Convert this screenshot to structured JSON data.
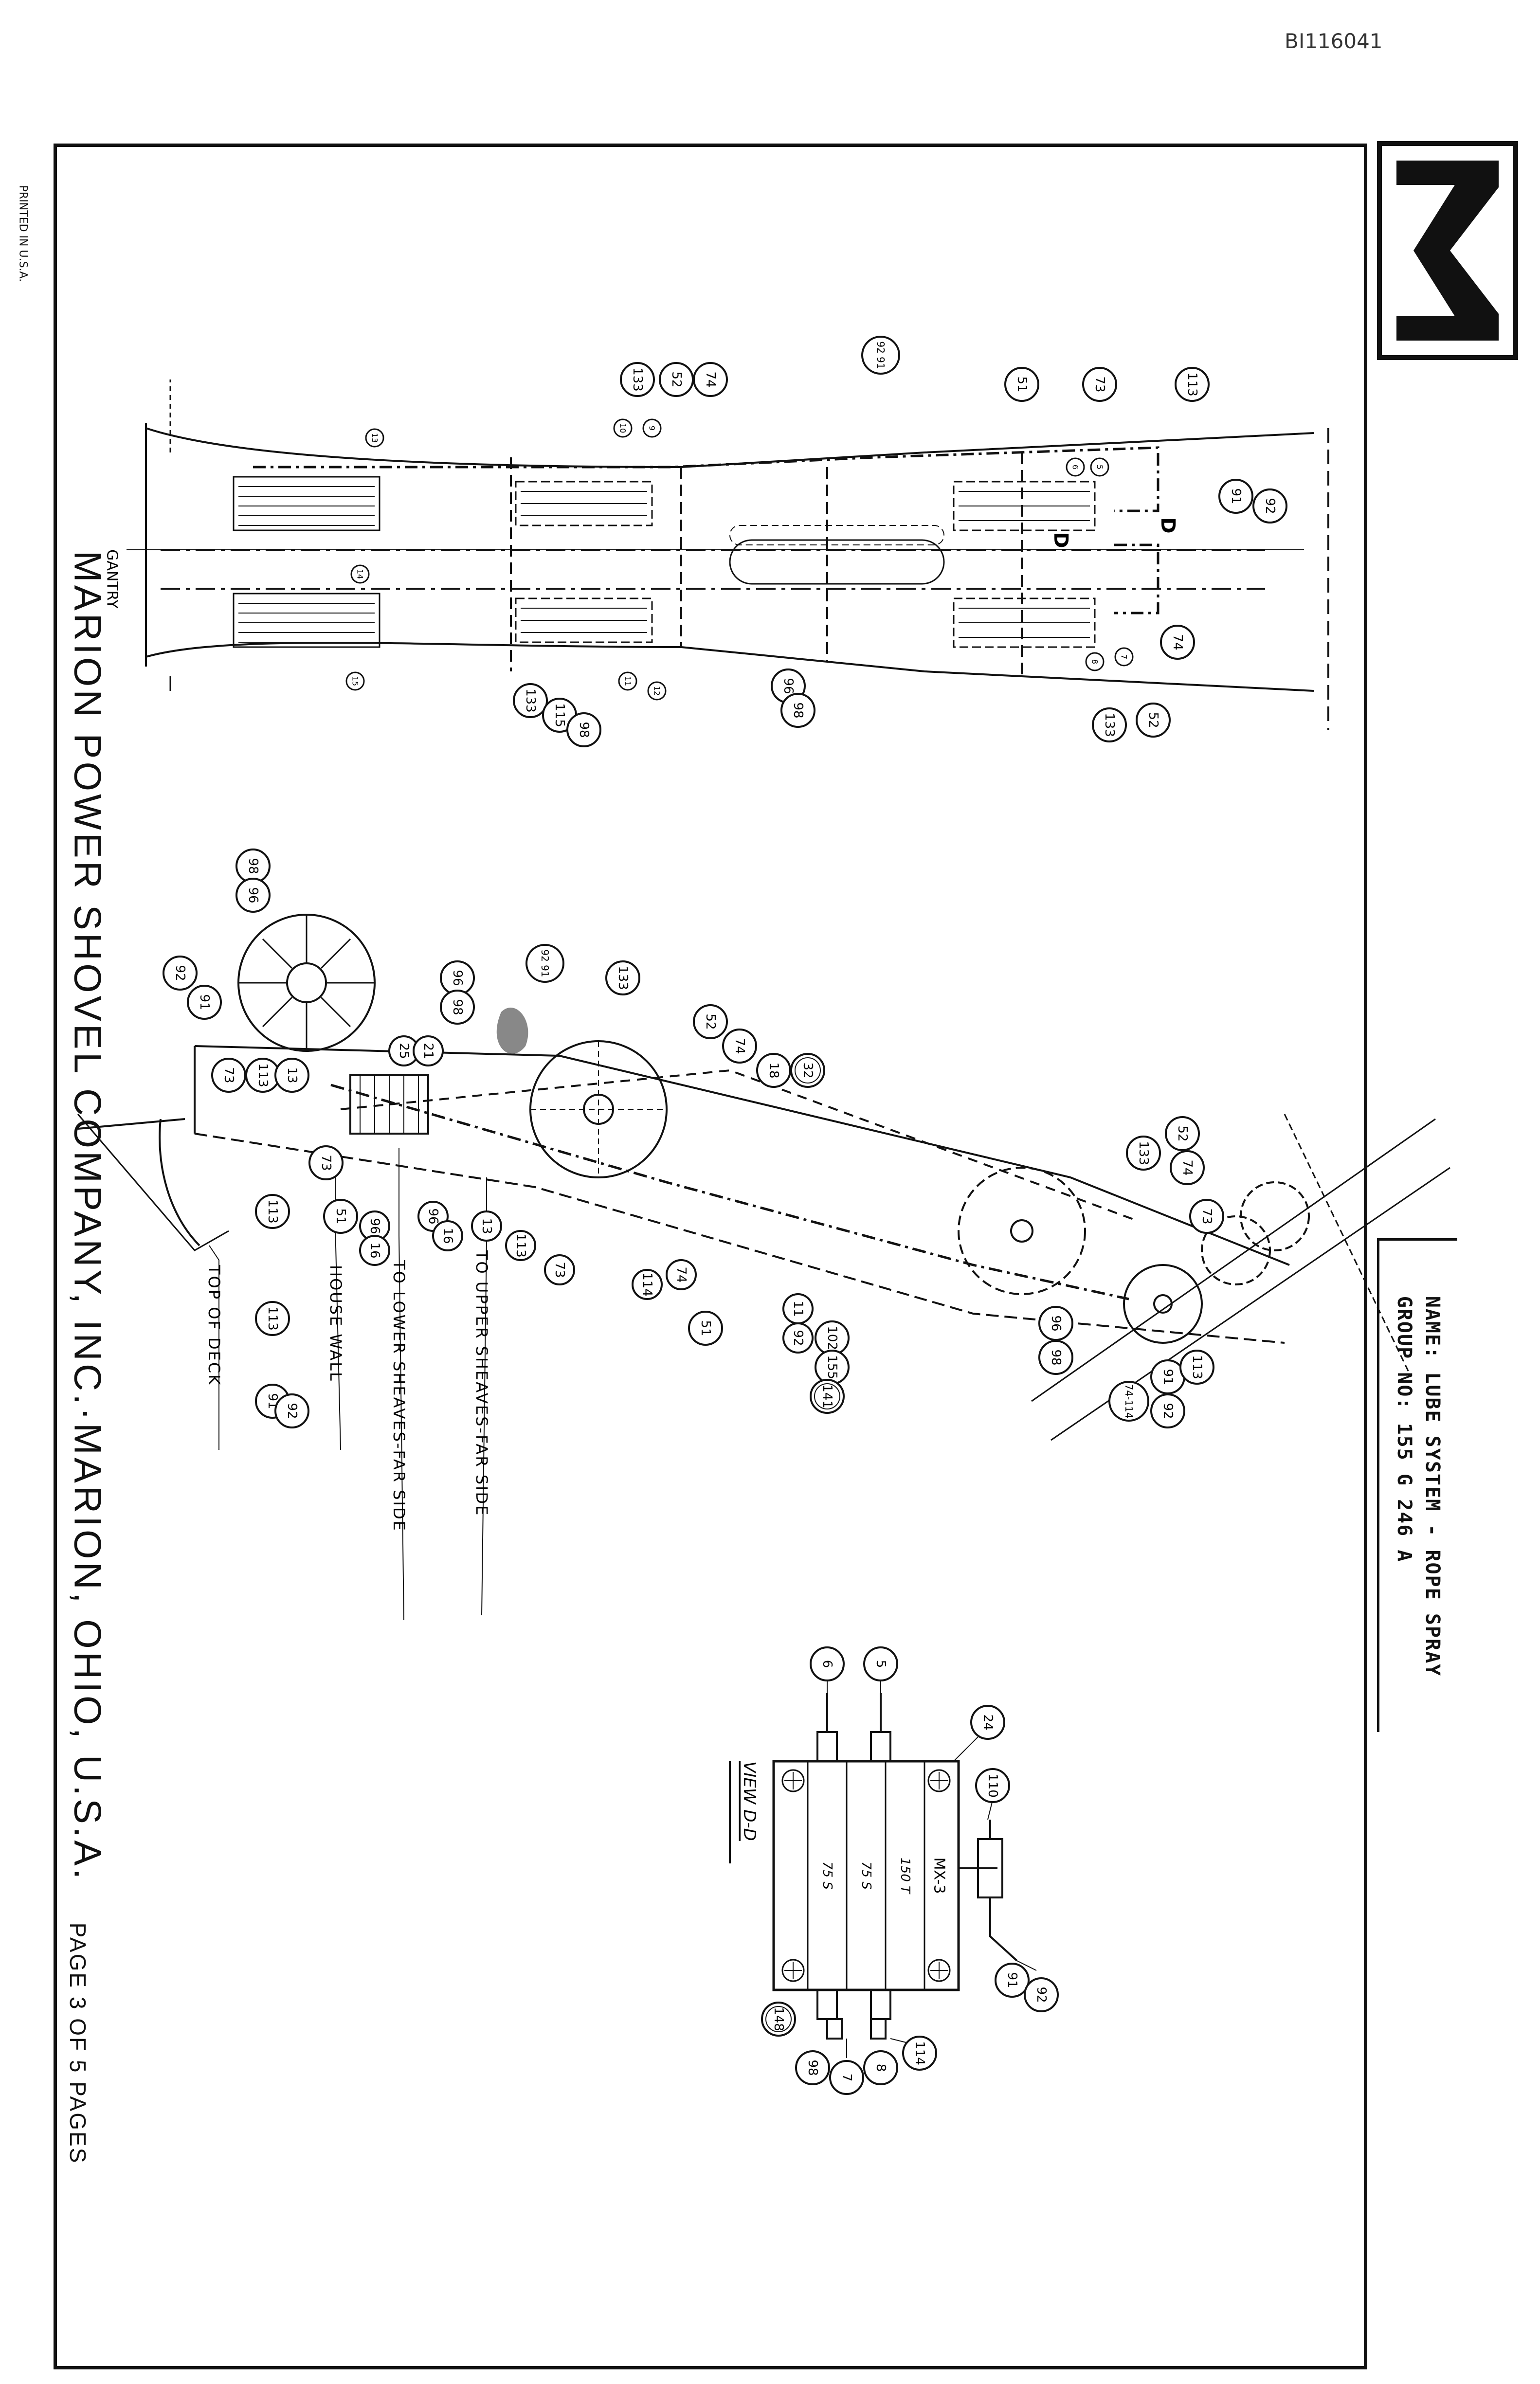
{
  "doc_id": "BI116041",
  "printed_note": "PRINTED IN U.S.A.",
  "logo": {
    "name": "marion-m-logo"
  },
  "title_block": {
    "name_line": "NAME: LUBE SYSTEM - ROPE SPRAY",
    "group_line": "GROUP NO: 155 G 246 A"
  },
  "company": "MARION POWER SHOVEL COMPANY, INC.·MARION, OHIO, U.S.A.",
  "page_label": "PAGE  3  OF  5  PAGES",
  "top_view": {
    "gantry_label": "GANTRY",
    "section_label_left": "D",
    "section_label_right": "D",
    "callouts": [
      {
        "id": "t1",
        "label": "113"
      },
      {
        "id": "t2",
        "label": "73"
      },
      {
        "id": "t3",
        "label": "51"
      },
      {
        "id": "t4",
        "label": "92 91"
      },
      {
        "id": "t5",
        "label": "74"
      },
      {
        "id": "t6",
        "label": "52"
      },
      {
        "id": "t7",
        "label": "133"
      },
      {
        "id": "t8",
        "label": "91"
      },
      {
        "id": "t9",
        "label": "92"
      },
      {
        "id": "t10",
        "label": "74"
      },
      {
        "id": "t11",
        "label": "52"
      },
      {
        "id": "t12",
        "label": "133"
      },
      {
        "id": "t13",
        "label": "96"
      },
      {
        "id": "t14",
        "label": "98"
      },
      {
        "id": "t15",
        "label": "133"
      },
      {
        "id": "t16",
        "label": "115"
      },
      {
        "id": "t17",
        "label": "98"
      },
      {
        "id": "t18",
        "label": "5"
      },
      {
        "id": "t19",
        "label": "6"
      },
      {
        "id": "t20",
        "label": "7"
      },
      {
        "id": "t21",
        "label": "8"
      },
      {
        "id": "t22",
        "label": "9"
      },
      {
        "id": "t23",
        "label": "10"
      },
      {
        "id": "t24",
        "label": "11"
      },
      {
        "id": "t25",
        "label": "12"
      },
      {
        "id": "t26",
        "label": "13"
      },
      {
        "id": "t27",
        "label": "14"
      },
      {
        "id": "t28",
        "label": "15"
      }
    ]
  },
  "side_view": {
    "notes": [
      {
        "id": "n1",
        "text": "TO UPPER SHEAVES-FAR SIDE"
      },
      {
        "id": "n2",
        "text": "TO LOWER SHEAVES-FAR SIDE"
      },
      {
        "id": "n3",
        "text": "HOUSE WALL"
      },
      {
        "id": "n4",
        "text": "TOP OF DECK"
      }
    ],
    "callouts": [
      {
        "id": "s1",
        "label": "98"
      },
      {
        "id": "s2",
        "label": "96"
      },
      {
        "id": "s3",
        "label": "92"
      },
      {
        "id": "s4",
        "label": "91"
      },
      {
        "id": "s5",
        "label": "73"
      },
      {
        "id": "s6",
        "label": "113"
      },
      {
        "id": "s7",
        "label": "13"
      },
      {
        "id": "s8",
        "label": "96"
      },
      {
        "id": "s9",
        "label": "98"
      },
      {
        "id": "s10",
        "label": "92 91"
      },
      {
        "id": "s11",
        "label": "133"
      },
      {
        "id": "s12",
        "label": "52"
      },
      {
        "id": "s13",
        "label": "74"
      },
      {
        "id": "s14",
        "label": "18"
      },
      {
        "id": "s15",
        "label": "32"
      },
      {
        "id": "s16",
        "label": "25"
      },
      {
        "id": "s17",
        "label": "21"
      },
      {
        "id": "s18",
        "label": "73"
      },
      {
        "id": "s19",
        "label": "51"
      },
      {
        "id": "s20",
        "label": "113"
      },
      {
        "id": "s21",
        "label": "96"
      },
      {
        "id": "s22",
        "label": "16"
      },
      {
        "id": "s23",
        "label": "96"
      },
      {
        "id": "s24",
        "label": "16"
      },
      {
        "id": "s25",
        "label": "13"
      },
      {
        "id": "s26",
        "label": "113"
      },
      {
        "id": "s27",
        "label": "73"
      },
      {
        "id": "s28",
        "label": "114"
      },
      {
        "id": "s29",
        "label": "74"
      },
      {
        "id": "s30",
        "label": "51"
      },
      {
        "id": "s31",
        "label": "11"
      },
      {
        "id": "s32",
        "label": "92"
      },
      {
        "id": "s33",
        "label": "102"
      },
      {
        "id": "s34",
        "label": "155"
      },
      {
        "id": "s35",
        "label": "141"
      },
      {
        "id": "s36",
        "label": "113"
      },
      {
        "id": "s37",
        "label": "91"
      },
      {
        "id": "s38",
        "label": "92"
      },
      {
        "id": "s39",
        "label": "133"
      },
      {
        "id": "s40",
        "label": "52"
      },
      {
        "id": "s41",
        "label": "74"
      },
      {
        "id": "s42",
        "label": "73"
      },
      {
        "id": "s43",
        "label": "96"
      },
      {
        "id": "s44",
        "label": "98"
      },
      {
        "id": "s45",
        "label": "74-114"
      },
      {
        "id": "s46",
        "label": "91"
      },
      {
        "id": "s47",
        "label": "92"
      },
      {
        "id": "s48",
        "label": "113"
      }
    ]
  },
  "view_dd": {
    "title": "VIEW D-D",
    "block_labels": [
      "MX-3",
      "150 T",
      "75 S",
      "75 S"
    ],
    "callouts": [
      {
        "id": "v1",
        "label": "6"
      },
      {
        "id": "v2",
        "label": "5"
      },
      {
        "id": "v3",
        "label": "24"
      },
      {
        "id": "v4",
        "label": "110"
      },
      {
        "id": "v5",
        "label": "91"
      },
      {
        "id": "v6",
        "label": "92"
      },
      {
        "id": "v7",
        "label": "114"
      },
      {
        "id": "v8",
        "label": "8"
      },
      {
        "id": "v9",
        "label": "7"
      },
      {
        "id": "v10",
        "label": "98"
      },
      {
        "id": "v11",
        "label": "148"
      }
    ]
  }
}
